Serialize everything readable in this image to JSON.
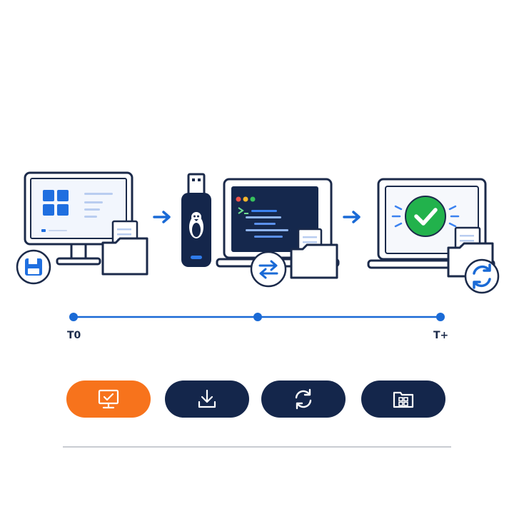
{
  "timeline": {
    "start_label": "T0",
    "end_label": "T+"
  },
  "colors": {
    "navy": "#14264b",
    "accent_blue": "#1a6ad6",
    "orange": "#f7731c",
    "success_green": "#22b24c",
    "outline": "#1b2a4a"
  },
  "actions": [
    {
      "name": "check-display",
      "icon": "monitor-check-icon",
      "color": "#f7731c"
    },
    {
      "name": "download",
      "icon": "download-icon",
      "color": "#14264b"
    },
    {
      "name": "sync",
      "icon": "sync-icon",
      "color": "#14264b"
    },
    {
      "name": "apps-folder",
      "icon": "folder-grid-icon",
      "color": "#14264b"
    }
  ]
}
